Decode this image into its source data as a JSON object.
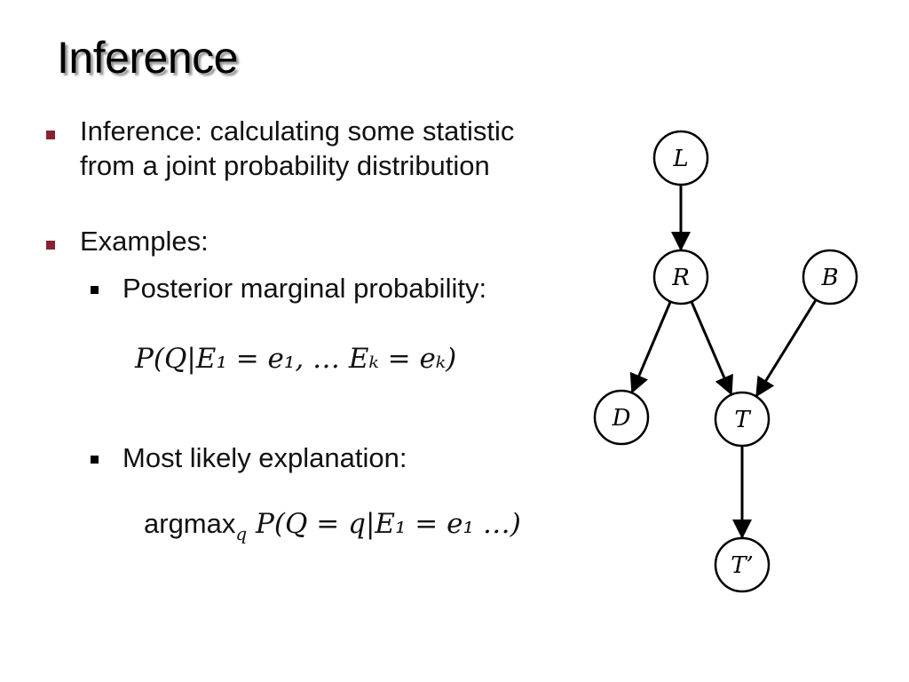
{
  "slide": {
    "title": "Inference",
    "bullet1": "Inference: calculating some statistic from a joint probability distribution",
    "bullet2": "Examples:",
    "sub1": "Posterior marginal probability:",
    "formula1": "P(Q|E₁ = e₁, … Eₖ = eₖ)",
    "sub2": "Most likely explanation:",
    "formula2_prefix": "argmax",
    "formula2_subscript": "q",
    "formula2_expr": "P(Q = q|E₁ = e₁ …)"
  },
  "graph": {
    "nodes": [
      {
        "id": "L",
        "label": "L"
      },
      {
        "id": "R",
        "label": "R"
      },
      {
        "id": "B",
        "label": "B"
      },
      {
        "id": "D",
        "label": "D"
      },
      {
        "id": "T",
        "label": "T"
      },
      {
        "id": "T2",
        "label": "T’"
      }
    ],
    "edges": [
      {
        "from": "L",
        "to": "R"
      },
      {
        "from": "R",
        "to": "D"
      },
      {
        "from": "R",
        "to": "T"
      },
      {
        "from": "B",
        "to": "T"
      },
      {
        "from": "T",
        "to": "T2"
      }
    ]
  },
  "colors": {
    "bullet_marker": "#8b2232",
    "title_shadow": "#9a9a9a"
  }
}
